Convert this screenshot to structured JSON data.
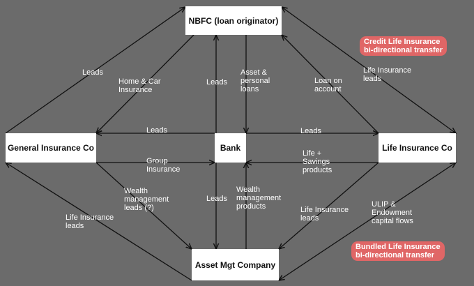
{
  "nodes": {
    "nbfc": "NBFC (loan originator)",
    "general": "General Insurance Co",
    "bank": "Bank",
    "life": "Life Insurance Co",
    "amc": "Asset Mgt Company"
  },
  "labels": {
    "leads_gen_nbfc": "Leads",
    "home_car": "Home & Car\nInsurance",
    "leads_bank_nbfc": "Leads",
    "asset_personal": "Asset &\npersonal\nloans",
    "loan_on_account": "Loan on\naccount",
    "life_ins_leads_top": "Life Insurance\nleads",
    "leads_bank_gen": "Leads",
    "leads_bank_life": "Leads",
    "group_insurance": "Group\nInsurance",
    "life_savings": "Life +\nSavings\nproducts",
    "wealth_leads": "Wealth\nmanagement\nleads (?)",
    "life_ins_leads_left": "Life Insurance\nleads",
    "leads_amc_bank": "Leads",
    "wealth_products": "Wealth\nmanagement\nproducts",
    "life_ins_leads_amc": "Life Insurance\nleads",
    "ulip": "ULIP &\nEndowment\ncapital flows"
  },
  "callouts": {
    "credit_life": "Credit Life Insurance\nbi-directional transfer",
    "bundled_life": "Bundled Life Insurance\nbi-directional transfer"
  },
  "colors": {
    "background": "#6b6b6b",
    "line": "#111111",
    "callout": "#e06666"
  }
}
